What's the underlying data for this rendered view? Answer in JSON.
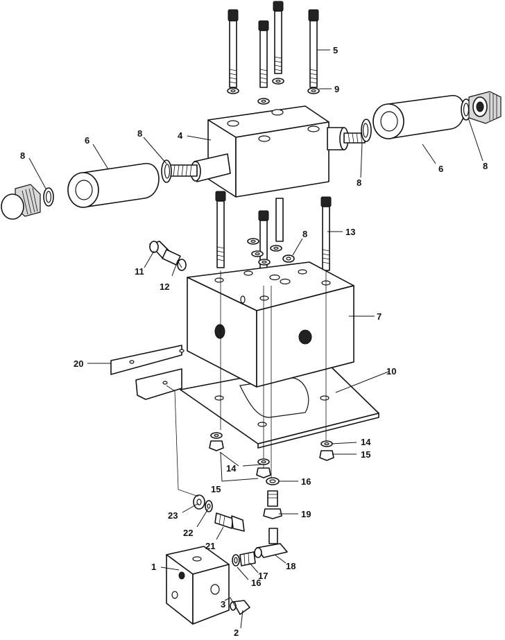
{
  "callouts": {
    "c1": "1",
    "c2": "2",
    "c3": "3",
    "c4": "4",
    "c5": "5",
    "c6a": "6",
    "c6b": "6",
    "c7": "7",
    "c8a": "8",
    "c8b": "8",
    "c8c": "8",
    "c8d": "8",
    "c8e": "8",
    "c9": "9",
    "c10": "10",
    "c11": "11",
    "c12": "12",
    "c13": "13",
    "c14a": "14",
    "c14b": "14",
    "c15a": "15",
    "c15b": "15",
    "c16a": "16",
    "c16b": "16",
    "c17": "17",
    "c18": "18",
    "c19": "19",
    "c20": "20",
    "c21": "21",
    "c22": "22",
    "c23": "23"
  }
}
